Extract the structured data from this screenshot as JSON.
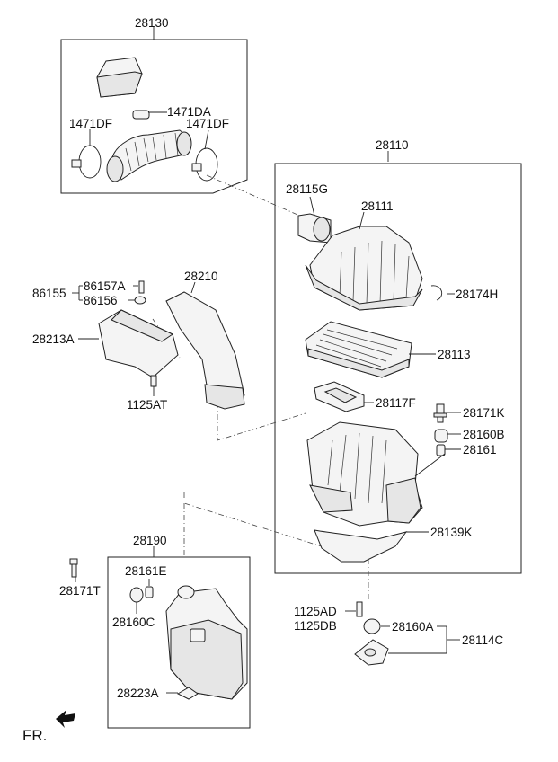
{
  "labels": {
    "l28130": "28130",
    "l1471DA": "1471DA",
    "l1471DF_left": "1471DF",
    "l1471DF_right": "1471DF",
    "l28110": "28110",
    "l28115G": "28115G",
    "l28111": "28111",
    "l28174H": "28174H",
    "l28113": "28113",
    "l28117F": "28117F",
    "l28171K": "28171K",
    "l28160B": "28160B",
    "l28161": "28161",
    "l28139K": "28139K",
    "l86155": "86155",
    "l86157A": "86157A",
    "l86156": "86156",
    "l28210": "28210",
    "l28213A": "28213A",
    "l1125AT": "1125AT",
    "l28190": "28190",
    "l28161E": "28161E",
    "l28171T": "28171T",
    "l28160C": "28160C",
    "l28223A": "28223A",
    "l1125AD": "1125AD",
    "l1125DB": "1125DB",
    "l28160A": "28160A",
    "l28114C": "28114C",
    "fr": "FR."
  }
}
